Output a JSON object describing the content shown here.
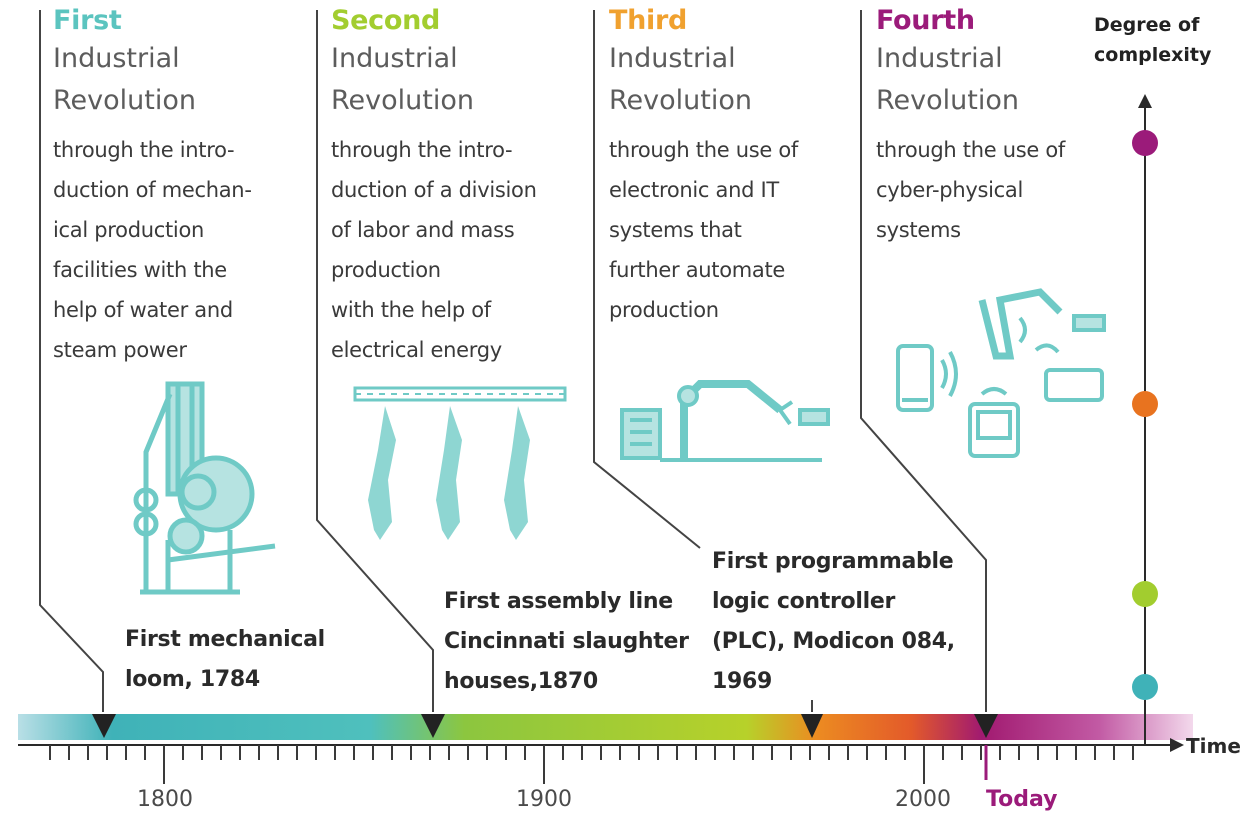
{
  "revolutions": [
    {
      "ordinal": "First",
      "word1": "Industrial",
      "word2": "Revolution",
      "desc": "through the intro-\nduction of mechan-\nical production\nfacilities with the\nhelp of water and\nsteam power",
      "color": "#5bc4bf"
    },
    {
      "ordinal": "Second",
      "word1": "Industrial",
      "word2": "Revolution",
      "desc": "through the intro-\nduction of a division\nof labor and mass\nproduction\nwith the help of\nelectrical energy",
      "color": "#a2cd2f"
    },
    {
      "ordinal": "Third",
      "word1": "Industrial",
      "word2": "Revolution",
      "desc": "through the use of\nelectronic and IT\nsystems that\nfurther automate\nproduction",
      "color": "#f0a12f"
    },
    {
      "ordinal": "Fourth",
      "word1": "Industrial",
      "word2": "Revolution",
      "desc": "through the use of\ncyber-physical\nsystems",
      "color": "#9b1b7a"
    }
  ],
  "complexity_axis": {
    "title": "Degree of\ncomplexity"
  },
  "events": [
    {
      "text": "First mechanical\nloom, 1784"
    },
    {
      "text": "First assembly line\nCincinnati slaughter\nhouses,1870"
    },
    {
      "text": "First programmable\nlogic controller\n(PLC), Modicon 084,\n1969"
    }
  ],
  "time_axis": {
    "label": "Time",
    "years": [
      "1800",
      "1900",
      "2000"
    ],
    "today_label": "Today"
  },
  "icons": [
    "loom-machine-icon",
    "assembly-line-icon",
    "industrial-robot-arm-icon",
    "cyber-physical-devices-icon"
  ],
  "colors": {
    "teal": "#5bc4bf",
    "green": "#a2cd2f",
    "orange": "#e8731f",
    "magenta": "#9b1b7a",
    "text": "#3a3a3a"
  }
}
